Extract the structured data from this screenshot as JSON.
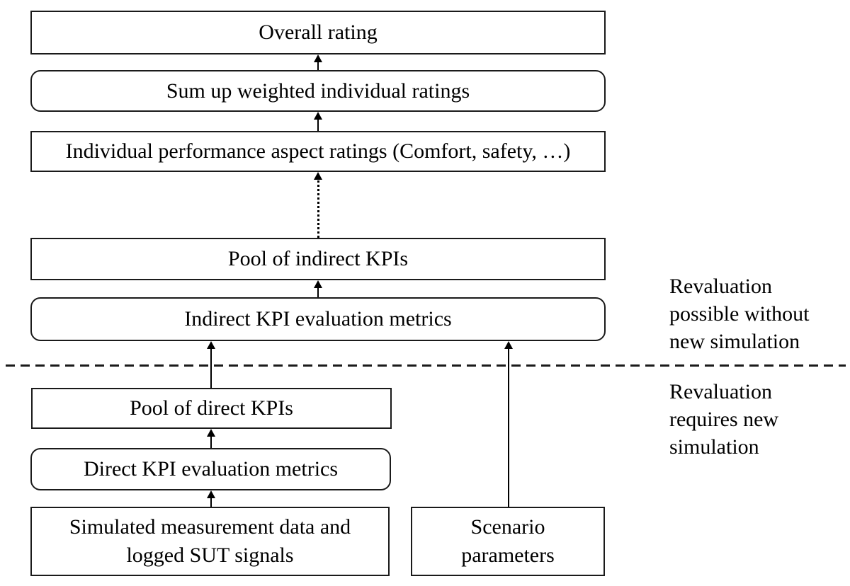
{
  "diagram": {
    "boxes": {
      "overall": {
        "label": "Overall rating"
      },
      "sum_weighted": {
        "label": "Sum up weighted individual ratings"
      },
      "individual": {
        "label": "Individual performance aspect ratings (Comfort, safety, …)"
      },
      "pool_indirect": {
        "label": "Pool of indirect KPIs"
      },
      "indirect_metrics": {
        "label": "Indirect KPI evaluation metrics"
      },
      "pool_direct": {
        "label": "Pool of direct KPIs"
      },
      "direct_metrics": {
        "label": "Direct KPI evaluation metrics"
      },
      "simulated_data": {
        "label": "Simulated measurement data and logged SUT signals"
      },
      "scenario_params": {
        "label": "Scenario parameters"
      }
    },
    "annotations": {
      "above_divider": {
        "lines": [
          "Revaluation",
          "possible without",
          "new simulation"
        ]
      },
      "below_divider": {
        "lines": [
          "Revaluation",
          "requires new",
          "simulation"
        ]
      }
    },
    "colors": {
      "line": "#000000",
      "border": "#1a1a1a",
      "background": "#ffffff",
      "text": "#000000"
    }
  }
}
